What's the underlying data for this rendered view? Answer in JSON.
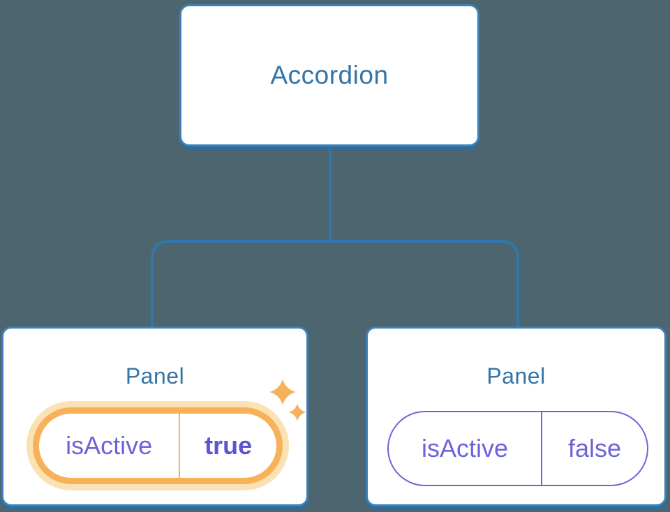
{
  "colors": {
    "background": "#4d656e",
    "node-fill": "#ffffff",
    "node-border": "#3d81b7",
    "node-shadow": "#2d6c9e",
    "connector": "#3177ad",
    "heading": "#3474a6",
    "purple": "#6c63d8",
    "purple-strong": "#5d53d4",
    "orange": "#f6b159",
    "orange-glow": "#fbe2b4"
  },
  "diagram": {
    "type": "component-tree",
    "root": {
      "label": "Accordion"
    },
    "panels": [
      {
        "title": "Panel",
        "prop": "isActive",
        "value": "true",
        "active": true,
        "sparkles": true
      },
      {
        "title": "Panel",
        "prop": "isActive",
        "value": "false",
        "active": false,
        "sparkles": false
      }
    ]
  }
}
